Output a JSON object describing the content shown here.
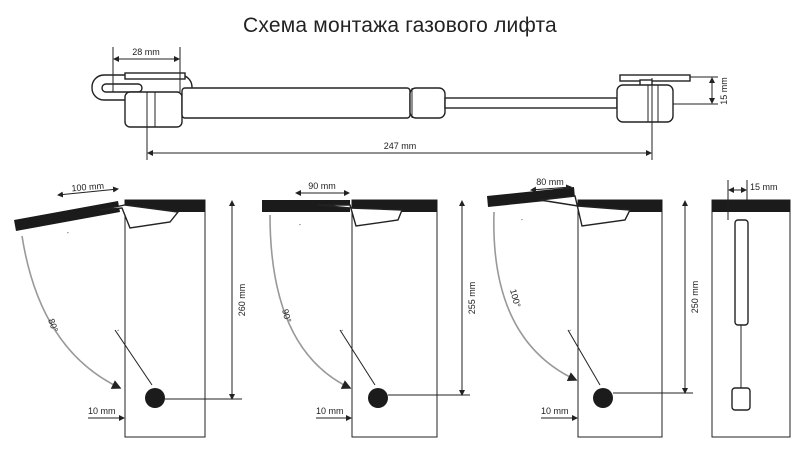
{
  "title": "Схема монтажа газового лифта",
  "top_view": {
    "dim_bracket": "28 mm",
    "dim_length": "247 mm",
    "dim_height": "15 mm"
  },
  "panels": [
    {
      "lid_offset": "100 mm",
      "angle": "80°",
      "height": "260 mm",
      "side_offset": "10 mm"
    },
    {
      "lid_offset": "90 mm",
      "angle": "90°",
      "height": "255 mm",
      "side_offset": "10 mm"
    },
    {
      "lid_offset": "80 mm",
      "angle": "100°",
      "height": "250 mm",
      "side_offset": "10 mm"
    },
    {
      "depth": "15 mm"
    }
  ]
}
